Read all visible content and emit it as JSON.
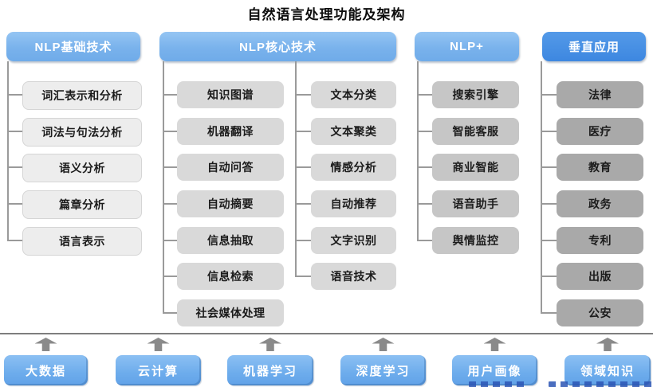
{
  "title": "自然语言处理功能及架构",
  "columns": [
    {
      "header": "NLP基础技术",
      "items": [
        "词汇表示和分析",
        "词法与句法分析",
        "语义分析",
        "篇章分析",
        "语言表示"
      ]
    },
    {
      "header": "NLP核心技术",
      "sub_left": [
        "知识图谱",
        "机器翻译",
        "自动问答",
        "自动摘要",
        "信息抽取",
        "信息检索",
        "社会媒体处理"
      ],
      "sub_right": [
        "文本分类",
        "文本聚类",
        "情感分析",
        "自动推荐",
        "文字识别",
        "语音技术"
      ]
    },
    {
      "header": "NLP+",
      "items": [
        "搜索引擎",
        "智能客服",
        "商业智能",
        "语音助手",
        "舆情监控"
      ]
    },
    {
      "header": "垂直应用",
      "items": [
        "法律",
        "医疗",
        "教育",
        "政务",
        "专利",
        "出版",
        "公安"
      ]
    }
  ],
  "foundation_items": [
    "大数据",
    "云计算",
    "机器学习",
    "深度学习",
    "用户画像",
    "领域知识"
  ],
  "colors": {
    "header_blue_light": "#79b2ec",
    "header_blue_dark": "#3d87e0",
    "col1_box": "#ededed",
    "col1_border": "#d5d5d5",
    "col2_box": "#d9d9d9",
    "col3_box": "#c6c6c6",
    "col4_box": "#a9a9a9",
    "foundation_blue": "#6dacec",
    "connector_gray": "#9a9a9a",
    "arrow_gray": "#8a8a8a",
    "title_color": "#0d0d0d"
  }
}
